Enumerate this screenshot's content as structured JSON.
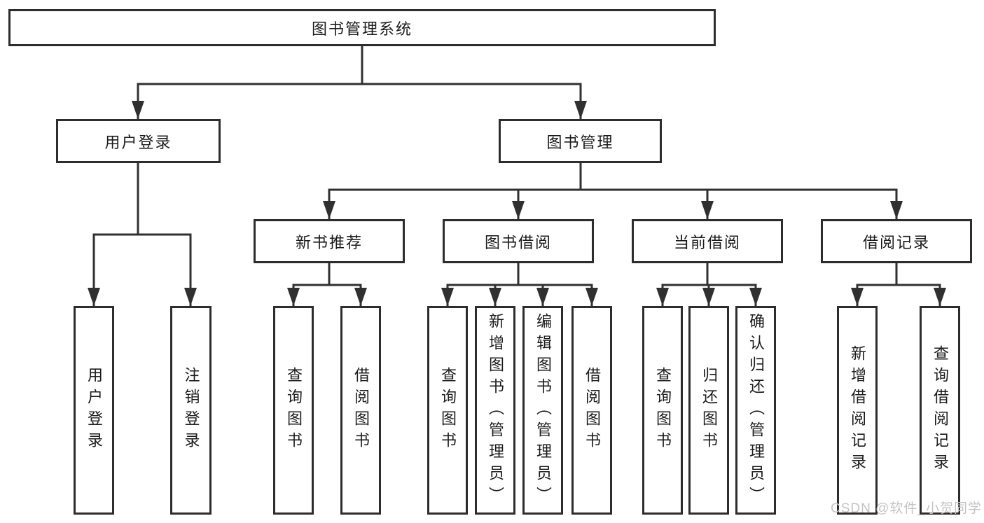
{
  "diagram": {
    "root": "图书管理系统",
    "level2": {
      "user_login": "用户登录",
      "book_mgmt": "图书管理"
    },
    "level3": {
      "new_books": "新书推荐",
      "book_borrow": "图书借阅",
      "current_borrow": "当前借阅",
      "borrow_records": "借阅记录"
    },
    "leaves": {
      "user_login": [
        "用户登录",
        "注销登录"
      ],
      "new_books": [
        "查询图书",
        "借阅图书"
      ],
      "book_borrow": [
        "查询图书",
        "新增图书（管理员）",
        "编辑图书（管理员）",
        "借阅图书"
      ],
      "current_borrow": [
        "查询图书",
        "归还图书",
        "确认归还（管理员）"
      ],
      "borrow_records": [
        "新增借阅记录",
        "查询借阅记录"
      ]
    }
  },
  "colors": {
    "line": "#303030",
    "box_border": "#2d2d2d",
    "text": "#1b1b1b",
    "watermark": "#c4c4c4"
  },
  "watermark": "CSDN @软件_小贺同学"
}
